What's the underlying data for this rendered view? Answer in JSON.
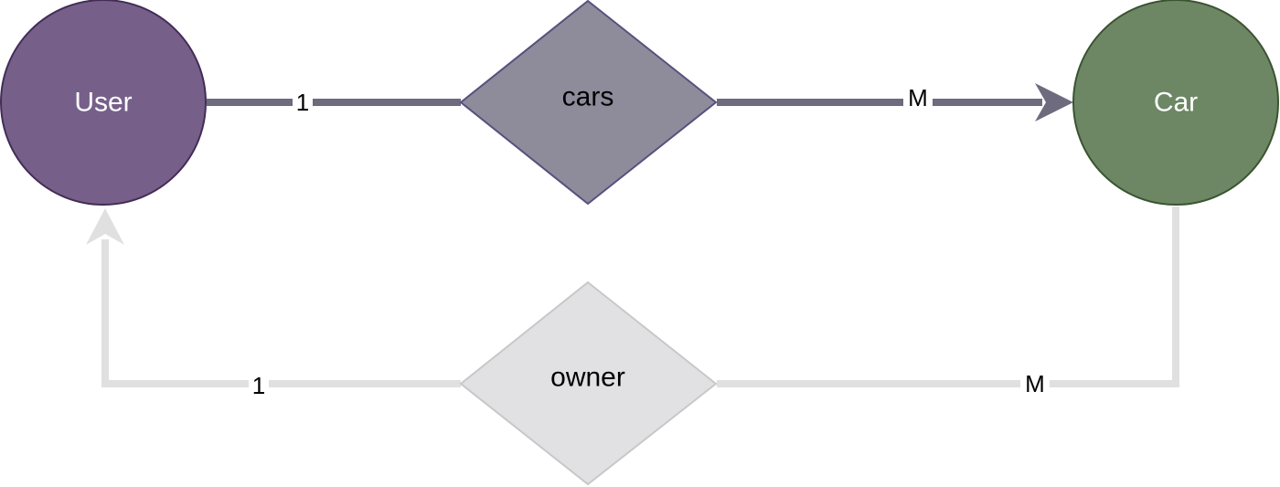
{
  "entities": {
    "user": {
      "label": "User",
      "fill": "#76608a",
      "stroke": "#432d57",
      "text_color": "#ffffff"
    },
    "car": {
      "label": "Car",
      "fill": "#6d8764",
      "stroke": "#3a5431",
      "text_color": "#ffffff"
    }
  },
  "relationships": {
    "cars": {
      "label": "cars",
      "fill": "#8e8c9b",
      "stroke": "#56517e",
      "text_color": "#000000"
    },
    "owner": {
      "label": "owner",
      "fill": "#e1e1e3",
      "stroke": "#c8c8c8",
      "text_color": "#000000"
    }
  },
  "edges": {
    "user_cars": {
      "label": "1",
      "color": "#6e6b7f"
    },
    "cars_car": {
      "label": "M",
      "color": "#6e6b7f"
    },
    "owner_user": {
      "label": "1",
      "color": "#e0e0e0"
    },
    "car_owner": {
      "label": "M",
      "color": "#e0e0e0"
    }
  }
}
